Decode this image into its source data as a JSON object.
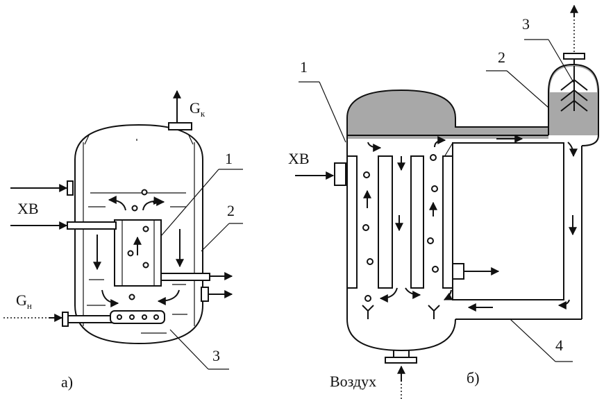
{
  "diagram": {
    "left": {
      "caption": "а)",
      "inlet_label": "ХВ",
      "steam_out": {
        "main": "G",
        "sub": "к"
      },
      "steam_in": {
        "main": "G",
        "sub": "н"
      },
      "callouts": [
        "1",
        "2",
        "3"
      ]
    },
    "right": {
      "caption": "б)",
      "inlet_label": "ХВ",
      "air_label": "Воздух",
      "callouts": [
        "1",
        "2",
        "3",
        "4"
      ]
    }
  }
}
